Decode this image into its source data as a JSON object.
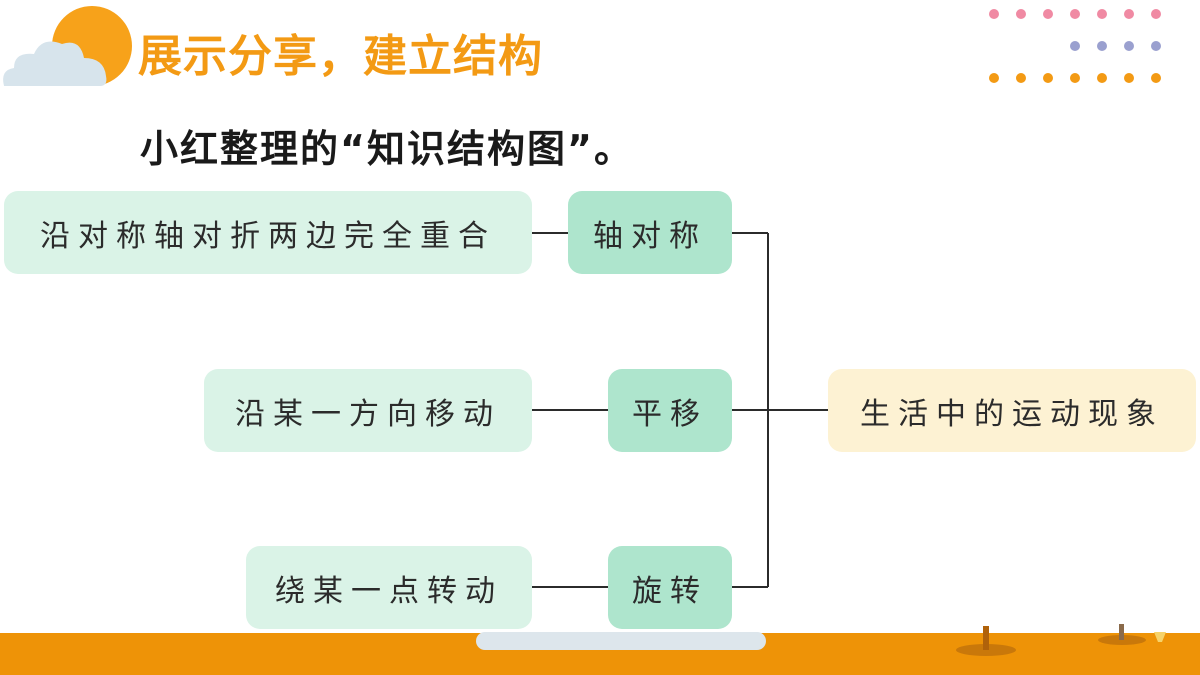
{
  "header": {
    "title": "展示分享，建立结构"
  },
  "subtitle": "小红整理的“知识结构图”。",
  "diagram": {
    "root": "生活中的运动现象",
    "branches": [
      {
        "concept": "轴对称",
        "description": "沿对称轴对折两边完全重合"
      },
      {
        "concept": "平移",
        "description": "沿某一方向移动"
      },
      {
        "concept": "旋转",
        "description": "绕某一点转动"
      }
    ]
  },
  "colors": {
    "accent": "#f39a14",
    "concept_box": "#aee5cd",
    "description_box": "#daf3e7",
    "root_box": "#fdf2d3",
    "footer": "#ee9307"
  }
}
